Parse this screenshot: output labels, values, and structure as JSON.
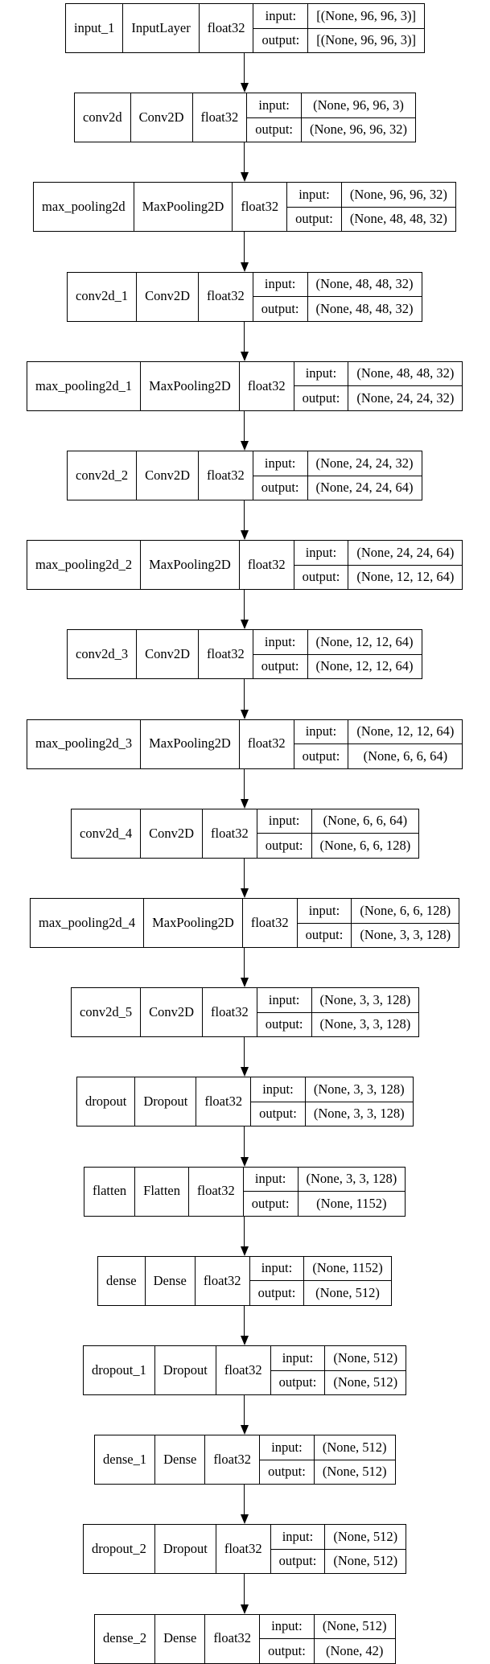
{
  "diagram": {
    "type": "keras-model-plot",
    "io_labels": {
      "input": "input:",
      "output": "output:"
    },
    "nodes": [
      {
        "name": "input_1",
        "class": "InputLayer",
        "dtype": "float32",
        "input": "[(None, 96, 96, 3)]",
        "output": "[(None, 96, 96, 3)]"
      },
      {
        "name": "conv2d",
        "class": "Conv2D",
        "dtype": "float32",
        "input": "(None, 96, 96, 3)",
        "output": "(None, 96, 96, 32)"
      },
      {
        "name": "max_pooling2d",
        "class": "MaxPooling2D",
        "dtype": "float32",
        "input": "(None, 96, 96, 32)",
        "output": "(None, 48, 48, 32)"
      },
      {
        "name": "conv2d_1",
        "class": "Conv2D",
        "dtype": "float32",
        "input": "(None, 48, 48, 32)",
        "output": "(None, 48, 48, 32)"
      },
      {
        "name": "max_pooling2d_1",
        "class": "MaxPooling2D",
        "dtype": "float32",
        "input": "(None, 48, 48, 32)",
        "output": "(None, 24, 24, 32)"
      },
      {
        "name": "conv2d_2",
        "class": "Conv2D",
        "dtype": "float32",
        "input": "(None, 24, 24, 32)",
        "output": "(None, 24, 24, 64)"
      },
      {
        "name": "max_pooling2d_2",
        "class": "MaxPooling2D",
        "dtype": "float32",
        "input": "(None, 24, 24, 64)",
        "output": "(None, 12, 12, 64)"
      },
      {
        "name": "conv2d_3",
        "class": "Conv2D",
        "dtype": "float32",
        "input": "(None, 12, 12, 64)",
        "output": "(None, 12, 12, 64)"
      },
      {
        "name": "max_pooling2d_3",
        "class": "MaxPooling2D",
        "dtype": "float32",
        "input": "(None, 12, 12, 64)",
        "output": "(None, 6, 6, 64)"
      },
      {
        "name": "conv2d_4",
        "class": "Conv2D",
        "dtype": "float32",
        "input": "(None, 6, 6, 64)",
        "output": "(None, 6, 6, 128)"
      },
      {
        "name": "max_pooling2d_4",
        "class": "MaxPooling2D",
        "dtype": "float32",
        "input": "(None, 6, 6, 128)",
        "output": "(None, 3, 3, 128)"
      },
      {
        "name": "conv2d_5",
        "class": "Conv2D",
        "dtype": "float32",
        "input": "(None, 3, 3, 128)",
        "output": "(None, 3, 3, 128)"
      },
      {
        "name": "dropout",
        "class": "Dropout",
        "dtype": "float32",
        "input": "(None, 3, 3, 128)",
        "output": "(None, 3, 3, 128)"
      },
      {
        "name": "flatten",
        "class": "Flatten",
        "dtype": "float32",
        "input": "(None, 3, 3, 128)",
        "output": "(None, 1152)"
      },
      {
        "name": "dense",
        "class": "Dense",
        "dtype": "float32",
        "input": "(None, 1152)",
        "output": "(None, 512)"
      },
      {
        "name": "dropout_1",
        "class": "Dropout",
        "dtype": "float32",
        "input": "(None, 512)",
        "output": "(None, 512)"
      },
      {
        "name": "dense_1",
        "class": "Dense",
        "dtype": "float32",
        "input": "(None, 512)",
        "output": "(None, 512)"
      },
      {
        "name": "dropout_2",
        "class": "Dropout",
        "dtype": "float32",
        "input": "(None, 512)",
        "output": "(None, 512)"
      },
      {
        "name": "dense_2",
        "class": "Dense",
        "dtype": "float32",
        "input": "(None, 512)",
        "output": "(None, 42)"
      }
    ]
  }
}
